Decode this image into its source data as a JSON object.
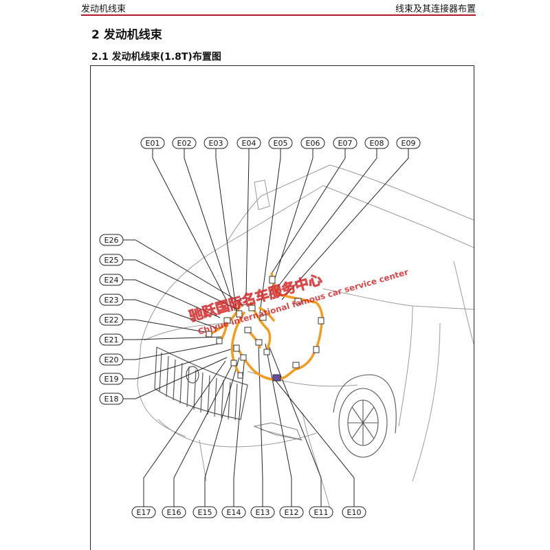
{
  "header": {
    "left_title": "发动机线束",
    "right_title": "线束及其连接器布置"
  },
  "section": {
    "title": "2 发动机线束",
    "subtitle": "2.1 发动机线束(1.8T)布置图"
  },
  "watermark": {
    "line1": "驰跃国际名车服务中心",
    "line2": "Chiyue international famous car service center"
  },
  "connectors": {
    "top": [
      "E01",
      "E02",
      "E03",
      "E04",
      "E05",
      "E06",
      "E07",
      "E08",
      "E09"
    ],
    "left": [
      "E26",
      "E25",
      "E24",
      "E23",
      "E22",
      "E21",
      "E20",
      "E19",
      "E18"
    ],
    "bottom": [
      "E17",
      "E16",
      "E15",
      "E14",
      "E13",
      "E12",
      "E11",
      "E10"
    ]
  },
  "colors": {
    "accent_rule": "#b0172a",
    "harness": "#f39c1e",
    "watermark": "#d42a2a",
    "line": "#222222"
  }
}
